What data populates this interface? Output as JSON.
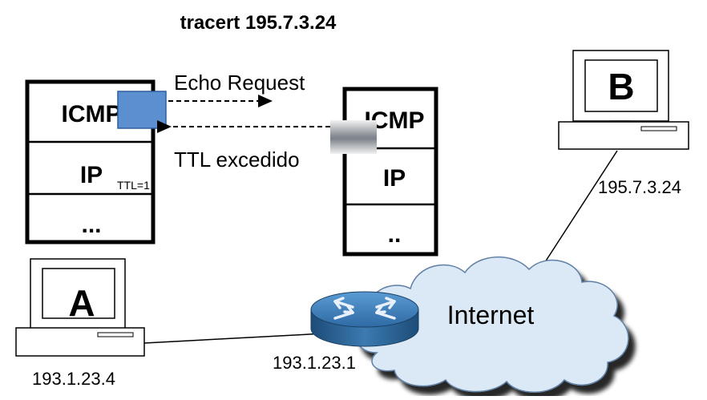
{
  "title": "tracert 195.7.3.24",
  "messages": {
    "echo_request": "Echo Request",
    "ttl_exceeded": "TTL excedido"
  },
  "host_a": {
    "letter": "A",
    "address": "193.1.23.4",
    "stack": {
      "icmp": "ICMP",
      "ip": "IP",
      "ttl_note": "TTL=1",
      "ellipsis": "..."
    }
  },
  "router": {
    "address": "193.1.23.1",
    "stack": {
      "icmp": "ICMP",
      "ip": "IP",
      "ellipsis": ".."
    }
  },
  "host_b": {
    "letter": "B",
    "address": "195.7.3.24"
  },
  "cloud": {
    "label": "Internet"
  },
  "colors": {
    "packet_blue": "#5b8fd0",
    "cloud_fill": "#dbe8f6",
    "router_top": "#3f7bb3",
    "router_side": "#1f4f7a"
  }
}
